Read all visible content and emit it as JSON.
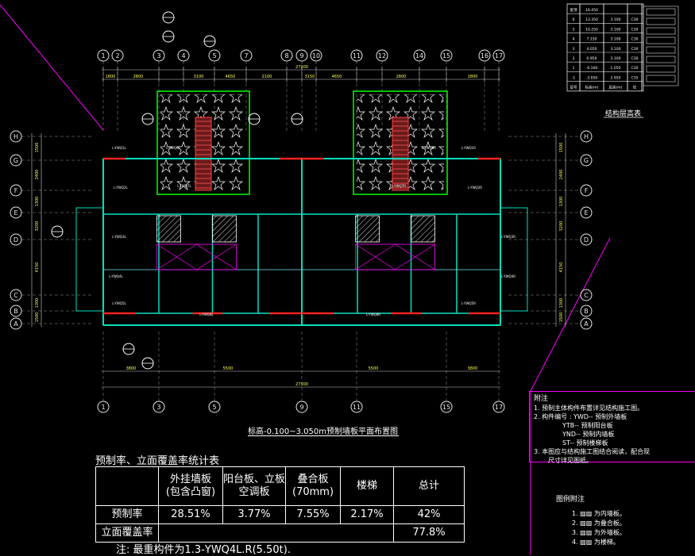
{
  "grid_columns": [
    "1",
    "2",
    "3",
    "4",
    "5",
    "7",
    "8",
    "9",
    "10",
    "11",
    "12",
    "14",
    "15",
    "16",
    "17"
  ],
  "grid_columns_bottom": [
    "1",
    "3",
    "5",
    "9",
    "11",
    "15",
    "17"
  ],
  "grid_rows": [
    "H",
    "G",
    "F",
    "E",
    "D",
    "C",
    "B",
    "A"
  ],
  "top_dims": [
    "1800",
    "2800",
    "3100",
    "4650",
    "2100",
    "3150",
    "4650",
    "2800",
    "1800"
  ],
  "overall_dim": "27300",
  "bottom_dims": [
    "3800",
    "5500",
    "5500",
    "3800"
  ],
  "side_dims_left": [
    "1500",
    "2400",
    "1300",
    "3200",
    "4150",
    "1300",
    "1500"
  ],
  "side_dims_right": [
    "1500",
    "2400",
    "1300",
    "3200",
    "4150",
    "1300",
    "1500"
  ],
  "plan_title": "标高-0.100~3.050m预制墙板平面布置图",
  "schedule_title": "结构层高表",
  "schedule_rows": [
    [
      "屋顶",
      "16.450",
      "",
      ""
    ],
    [
      "6",
      "13.350",
      "3.100",
      "C30"
    ],
    [
      "5",
      "10.250",
      "3.100",
      "C30"
    ],
    [
      "4",
      "7.150",
      "3.100",
      "C30"
    ],
    [
      "3",
      "4.050",
      "3.100",
      "C30"
    ],
    [
      "2",
      "0.950",
      "3.100",
      "C30"
    ],
    [
      "1",
      "-0.100",
      "1.050",
      "C30"
    ],
    [
      "-1",
      "-3.050",
      "2.950",
      "C35"
    ],
    [
      "层号",
      "标高(m)",
      "层高(m)",
      "砼"
    ]
  ],
  "notes_title": "附注",
  "notes": [
    "1. 预制主体构件布置详见结构施工图。",
    "2. 构件编号 : YWD-- 预制外墙板",
    "YTB-- 预制阳台板",
    "YND-- 预制内墙板",
    "ST-- 预制楼梯板",
    "3. 本图应与结构施工图结合阅读，配合现",
    "尺寸详见图纸。"
  ],
  "legend_title": "图例附注",
  "legend": [
    "1. ▨▨ 为内墙板。",
    "2. ▨▨ 为叠合板。",
    "3. ▨▨ 为外墙板。",
    "4. ▨▨ 为楼梯。"
  ],
  "table_title": "预制率、立面覆盖率统计表",
  "table_headers": [
    "外挂墙板\n(包含凸窗)",
    "阳台板、立板\n空调板",
    "叠合板\n(70mm)",
    "楼梯",
    "总计"
  ],
  "table_rows": [
    {
      "label": "预制率",
      "values": [
        "28.51%",
        "3.77%",
        "7.55%",
        "2.17%",
        "42%"
      ]
    },
    {
      "label": "立面覆盖率",
      "values": [
        "",
        "",
        "",
        "",
        "77.8%"
      ]
    }
  ],
  "footnote": "注: 最重构件为1.3-YWQ4L.R(5.50t).",
  "tags_left": [
    "L-YWQ1L",
    "L-YWQ2L",
    "L-YWQ3L",
    "L-YWQ4L",
    "L-YWQ5L",
    "L-YWQ6L",
    "L-YWQ7L",
    "L-YWQ8L"
  ],
  "tags_right": [
    "L-YWQ1R",
    "L-YWQ2R",
    "L-YWQ3R",
    "L-YWQ4R",
    "L-YWQ5R",
    "L-YWQ6R",
    "L-YWQ7R",
    "L-YWQ8R"
  ],
  "colors": {
    "background": "#000000",
    "grid": "#ffffff",
    "axis": "#e8e8e8",
    "wall": "#00e0c0",
    "slab": "#00ff00",
    "precast": "#ff2020",
    "magenta": "#ff00ff",
    "dim": "#ffff60"
  }
}
